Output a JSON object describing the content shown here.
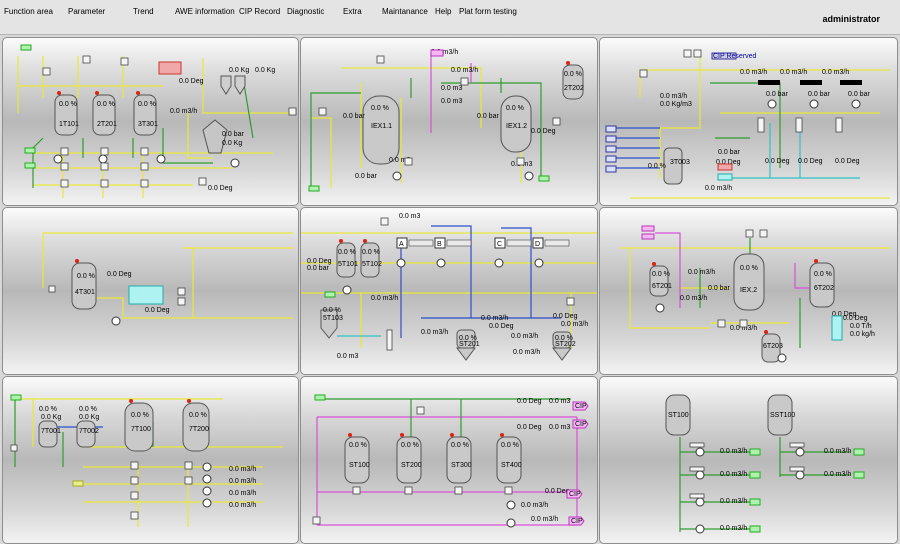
{
  "menu": [
    {
      "label": "Function area"
    },
    {
      "label": "Parameter"
    },
    {
      "label": "Trend"
    },
    {
      "label": "AWE information"
    },
    {
      "label": "CIP Record"
    },
    {
      "label": "Diagnostic"
    },
    {
      "label": "Extra"
    },
    {
      "label": "Maintanance"
    },
    {
      "label": "Help"
    },
    {
      "label": "Plat form testing"
    }
  ],
  "user": "administrator",
  "panels": {
    "p1": {
      "tanks": [
        "1T101",
        "2T201",
        "3T301"
      ],
      "tank_levels": [
        "0.0 %",
        "0.0 %",
        "0.0 %"
      ],
      "weights": [
        "0.0 Kg",
        "0.0 Kg"
      ],
      "scale_readings": [
        "0.0 bar",
        "0.0 Kg"
      ],
      "temp": "0.0 Deg",
      "temp2": "0.0 Deg",
      "flow": "0.0 m3/h"
    },
    "p2": {
      "exchangers": [
        "IEX1.1",
        "IEX1.2"
      ],
      "exchanger_levels": [
        "0.0 %",
        "0.0 %"
      ],
      "tank": "2T202",
      "tank_level": "0.0 %",
      "flows": [
        "0.0 m3/h",
        "0.0 m3/h"
      ],
      "volumes": [
        "0.0 m3",
        "0.0 m3",
        "0.0 m3",
        "0.0 m3"
      ],
      "bars": [
        "0.0 bar",
        "0.0 bar",
        "0.0 bar"
      ],
      "deg": "0.0 Deg"
    },
    "p3": {
      "tag": "CIP Reserved",
      "flows": [
        "0.0 m3/h",
        "0.0 m3/h",
        "0.0 m3/h"
      ],
      "bars": [
        "0.0 bar",
        "0.0 bar",
        "0.0 bar"
      ],
      "degs": [
        "0.0 Deg",
        "0.0 Deg",
        "0.0 Deg"
      ],
      "flow_main": "0.0 m3/h",
      "density": "0.0 Kg/m3",
      "tank": "3T003",
      "tank_level": "0.0 %",
      "bar_mid": "0.0 bar",
      "deg_mid": "0.0 Deg",
      "flow_bottom": "0.0 m3/h"
    },
    "p4": {
      "tank": "4T301",
      "tank_level": "0.0 %",
      "deg": "0.0 Deg",
      "deg2": "0.0 Deg"
    },
    "p5": {
      "tanks": [
        "5T101",
        "5T102",
        "5T103"
      ],
      "tank_levels": [
        "0.0 %",
        "0.0 %",
        "0.0 %"
      ],
      "deg_left": "0.0 Deg",
      "bar_left": "0.0 bar",
      "volume_top": "0.0 m3",
      "flow_a": "0.0 m3/h",
      "flow_b": "0.0 m3/h",
      "flow_c": "0.0 m3/h",
      "flow_d": "0.0 m3/h",
      "volume_bottom": "0.0 m3",
      "tank_bottom": [
        "ST201",
        "ST202"
      ],
      "tank_bottom_levels": [
        "0.0 %",
        "0.0 %"
      ],
      "degs": [
        "0.0 Deg",
        "0.0 Deg"
      ],
      "flows_right": [
        "0.0 m3/h",
        "0.0 m3/h"
      ],
      "blocks": [
        "A",
        "B",
        "C",
        "D"
      ]
    },
    "p6": {
      "tanks": [
        "6T201",
        "6T202"
      ],
      "tank_levels": [
        "0.0 %",
        "0.0 %"
      ],
      "exchanger": "IEX.2",
      "exchanger_level": "0.0 %",
      "flows": [
        "0.0 m3/h",
        "0.0 m3/h",
        "0.0 m3/h"
      ],
      "bar": "0.0 bar",
      "deg": "0.0 Deg",
      "deg2": "0.0 Deg",
      "tph": "0.0 T/h",
      "kgh": "0.0 kg/h",
      "tank_small": "6T203"
    },
    "p7": {
      "tanks": [
        "7T001",
        "7T002",
        "7T100",
        "7T200"
      ],
      "tank_levels": [
        "0.0 %",
        "0.0 %",
        "0.0 %",
        "0.0 %"
      ],
      "weights": [
        "0.0 Kg",
        "0.0 Kg"
      ],
      "flows": [
        "0.0 m3/h",
        "0.0 m3/h",
        "0.0 m3/h",
        "0.0 m3/h"
      ]
    },
    "p8": {
      "tanks": [
        "ST100",
        "ST200",
        "ST300",
        "ST400"
      ],
      "tank_levels": [
        "0.0 %",
        "0.0 %",
        "0.0 %",
        "0.0 %"
      ],
      "degs": [
        "0.0 Deg",
        "0.0 Deg"
      ],
      "volumes": [
        "0.0 m3",
        "0.0 m3"
      ],
      "flows": [
        "0.0 m3/h",
        "0.0 m3/h"
      ],
      "deg_bottom": "0.0 Deg",
      "cip_tags": [
        "CIP",
        "CIP",
        "CIP",
        "CIP"
      ]
    },
    "p9": {
      "tanks": [
        "ST100",
        "SST100"
      ],
      "flows": [
        "0.0 m3/h",
        "0.0 m3/h",
        "0.0 m3/h",
        "0.0 m3/h",
        "0.0 m3/h",
        "0.0 m3/h"
      ]
    }
  }
}
